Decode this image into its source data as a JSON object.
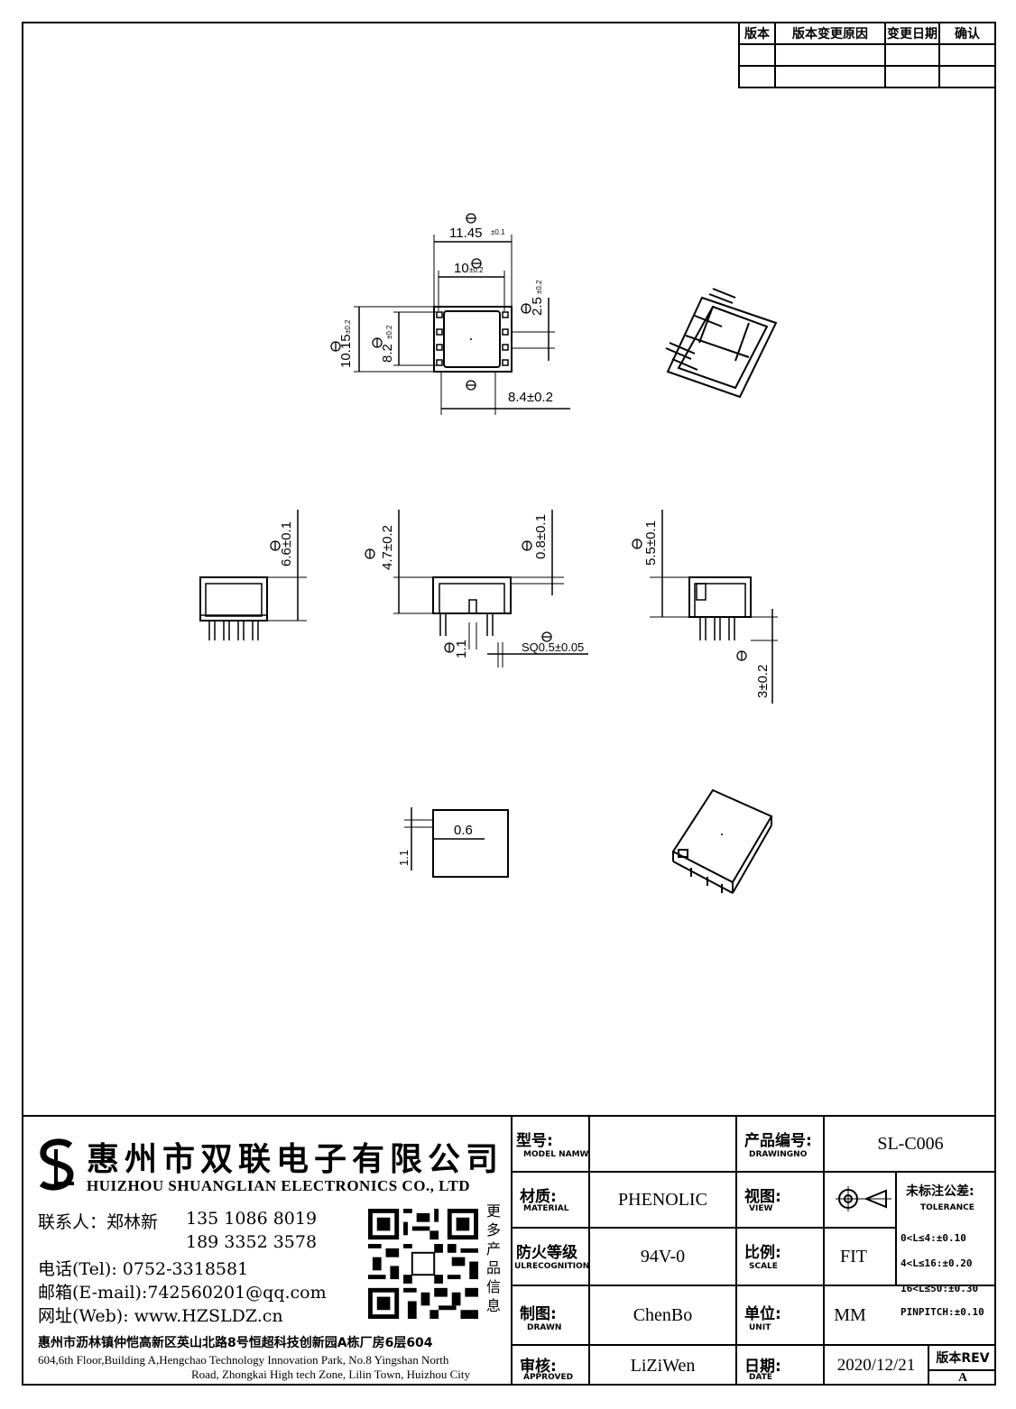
{
  "revision_table": {
    "headers": [
      "版本",
      "版本变更原因",
      "变更日期",
      "确认"
    ]
  },
  "dimensions": {
    "d1": "11.45",
    "d1_tol": "±0.1",
    "d2": "10",
    "d2_tol": "±0.2",
    "d3": "2.5",
    "d3_tol": "±0.2",
    "d4": "10.15",
    "d4_tol": "±0.2",
    "d5": "8.2",
    "d5_tol": "±0.2",
    "d6": "8.4±0.2",
    "d7": "6.6±0.1",
    "d8": "4.7±0.2",
    "d9": "0.8±0.1",
    "d10": "5.5±0.1",
    "d11": "1.1",
    "d12": "SQ0.5±0.05",
    "d13": "3±0.2",
    "d14": "0.6",
    "d15": "1.1"
  },
  "company": {
    "name_cn": "惠州市双联电子有限公司",
    "name_en": "HUIZHOU SHUANGLIAN ELECTRONICS CO., LTD",
    "contact_label": "联系人：郑林新",
    "phone1": "135 1086 8019",
    "phone2": "189 3352 3578",
    "tel": "电话(Tel): 0752-3318581",
    "email": "邮箱(E-mail):742560201@qq.com",
    "web": "网址(Web): www.HZSLDZ.cn",
    "address_cn": "惠州市沥林镇仲恺高新区英山北路8号恒超科技创新园A栋厂房6层604",
    "address_en_1": "604,6th Floor,Building A,Hengchao Technology Innovation Park, No.8 Yingshan North",
    "address_en_2": "Road, Zhongkai High tech Zone, Lilin Town, Huizhou City",
    "qr_caption": "更多产品信息"
  },
  "title_block": {
    "model_label": "型号:",
    "model_sub": "MODEL NAMW",
    "model_value": "",
    "drawingno_label": "产品编号:",
    "drawingno_sub": "DRAWINGNO",
    "drawingno_value": "SL-C006",
    "material_label": "材质:",
    "material_sub": "MATERIAL",
    "material_value": "PHENOLIC",
    "view_label": "视图:",
    "view_sub": "VIEW",
    "tolerance_label": "未标注公差:",
    "tolerance_sub": "TOLERANCE",
    "tol1": "0<L≤4:±0.10",
    "tol2": "4<L≤16:±0.20",
    "tol3": "16<L≤50:±0.30",
    "tol4": "PINPITCH:±0.10",
    "fire_label": "防火等级",
    "fire_sub": "ULRECOGNITION",
    "fire_value": "94V-0",
    "scale_label": "比例:",
    "scale_sub": "SCALE",
    "scale_value": "FIT",
    "drawn_label": "制图:",
    "drawn_sub": "DRAWN",
    "drawn_value": "ChenBo",
    "unit_label": "单位:",
    "unit_sub": "UNIT",
    "unit_value": "MM",
    "approved_label": "审核:",
    "approved_sub": "APPROVED",
    "approved_value": "LiZiWen",
    "date_label": "日期:",
    "date_sub": "DATE",
    "date_value": "2020/12/21",
    "rev_label": "版本REV",
    "rev_value": "A"
  }
}
